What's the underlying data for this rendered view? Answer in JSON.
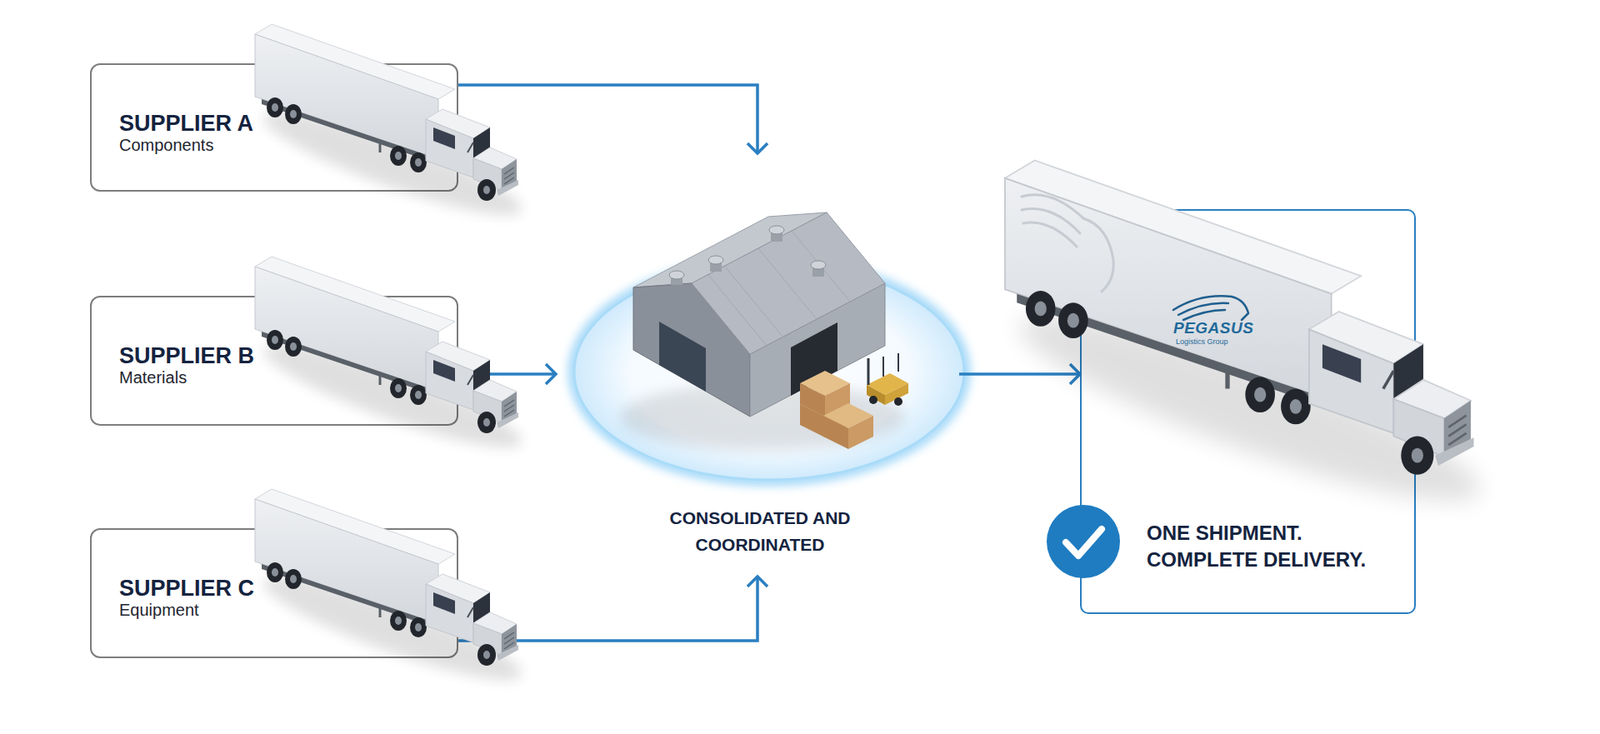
{
  "diagram": {
    "nodes": [
      {
        "text": [
          "SUPPLIER A",
          "Components"
        ]
      },
      {
        "text": [
          "SUPPLIER B",
          "Materials"
        ]
      },
      {
        "text": [
          "SUPPLIER C",
          "Equipment"
        ]
      },
      {
        "text": [
          "CONSOLIDATED AND COORDINATED"
        ]
      },
      {
        "text": [
          "ONE SHIPMENT. COMPLETE DELIVERY."
        ]
      }
    ],
    "edges": [
      {
        "from": 0,
        "to": 3,
        "arrow": "to"
      },
      {
        "from": 1,
        "to": 3,
        "arrow": "to"
      },
      {
        "from": 2,
        "to": 3,
        "arrow": "to"
      },
      {
        "from": 3,
        "to": 4,
        "arrow": "to"
      }
    ],
    "labels": [
      "PEGASUS",
      "Logistics Group"
    ]
  }
}
